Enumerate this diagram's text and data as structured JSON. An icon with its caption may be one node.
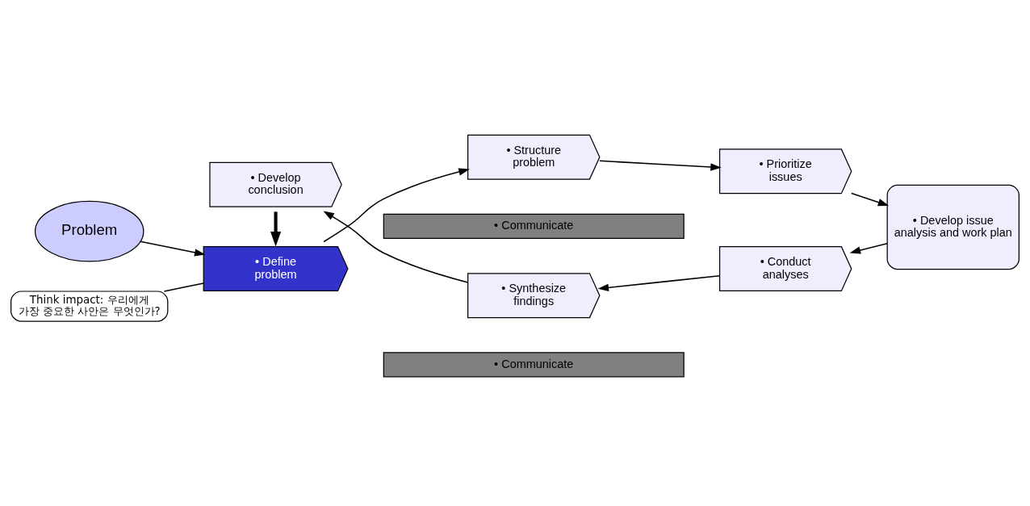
{
  "diagram": {
    "nodes": [
      {
        "text": [
          "Problem"
        ]
      },
      {
        "text": [
          "Think impact: 우리에게 가장 중요한 사안은 무엇인가?"
        ]
      },
      {
        "text": [
          "• Define problem"
        ]
      },
      {
        "text": [
          "• Structure problem"
        ]
      },
      {
        "text": [
          "• Prioritize issues"
        ]
      },
      {
        "text": [
          "• Develop issue analysis and work plan"
        ]
      },
      {
        "text": [
          "• Conduct analyses"
        ]
      },
      {
        "text": [
          "• Synthesize findings"
        ]
      },
      {
        "text": [
          "• Develop conclusion"
        ]
      },
      {
        "text": [
          "• Communicate"
        ]
      },
      {
        "text": [
          "• Communicate"
        ]
      }
    ],
    "edges": [
      {
        "from": 0,
        "to": 2,
        "arrow": "to"
      },
      {
        "from": 1,
        "to": 2,
        "arrow": "none"
      },
      {
        "from": 2,
        "to": 3,
        "arrow": "to"
      },
      {
        "from": 3,
        "to": 4,
        "arrow": "to"
      },
      {
        "from": 4,
        "to": 5,
        "arrow": "to"
      },
      {
        "from": 5,
        "to": 6,
        "arrow": "to"
      },
      {
        "from": 6,
        "to": 7,
        "arrow": "to"
      },
      {
        "from": 7,
        "to": 8,
        "arrow": "to"
      },
      {
        "from": 8,
        "to": 2,
        "arrow": "to",
        "style": "thick"
      }
    ]
  }
}
